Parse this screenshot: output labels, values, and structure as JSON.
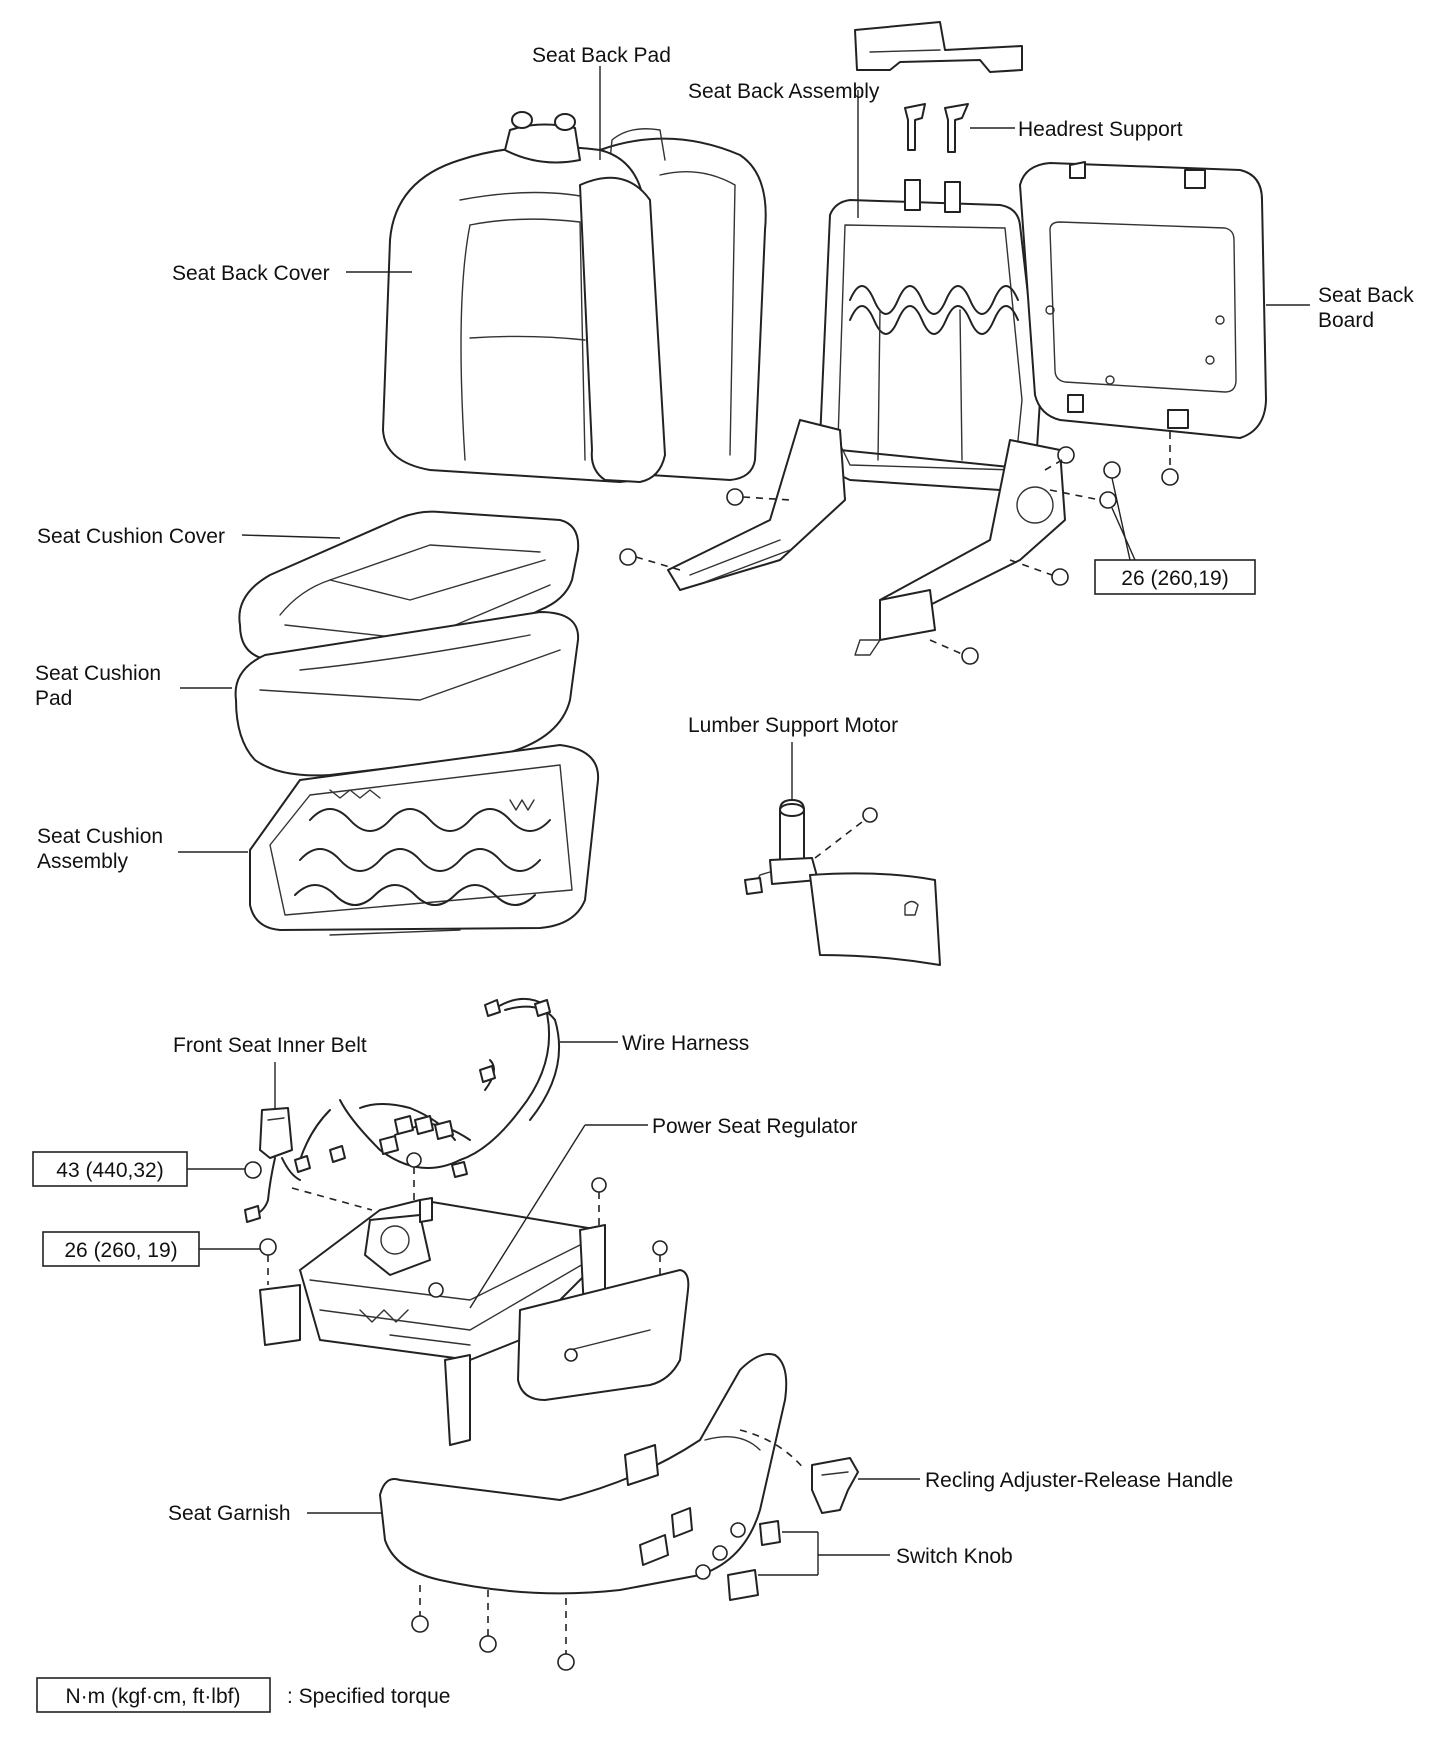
{
  "labels": {
    "seat_back_pad": "Seat Back Pad",
    "seat_back_assembly": "Seat Back Assembly",
    "headrest_support": "Headrest Support",
    "seat_back_cover": "Seat Back Cover",
    "seat_back_board_line1": "Seat Back",
    "seat_back_board_line2": "Board",
    "seat_cushion_cover": "Seat Cushion Cover",
    "seat_cushion_pad_line1": "Seat Cushion",
    "seat_cushion_pad_line2": "Pad",
    "seat_cushion_assembly_line1": "Seat Cushion",
    "seat_cushion_assembly_line2": "Assembly",
    "lumber_support_motor": "Lumber Support Motor",
    "front_seat_inner_belt": "Front Seat Inner Belt",
    "wire_harness": "Wire Harness",
    "power_seat_regulator": "Power Seat Regulator",
    "recliner_handle": "Recling Adjuster-Release Handle",
    "seat_garnish": "Seat Garnish",
    "switch_knob": "Switch Knob"
  },
  "torque": {
    "back_frame": "26 (260,19)",
    "inner_belt": "43 (440,32)",
    "regulator": "26 (260, 19)"
  },
  "legend": {
    "box": "N·m (kgf·cm, ft·lbf)",
    "text": ": Specified torque"
  }
}
